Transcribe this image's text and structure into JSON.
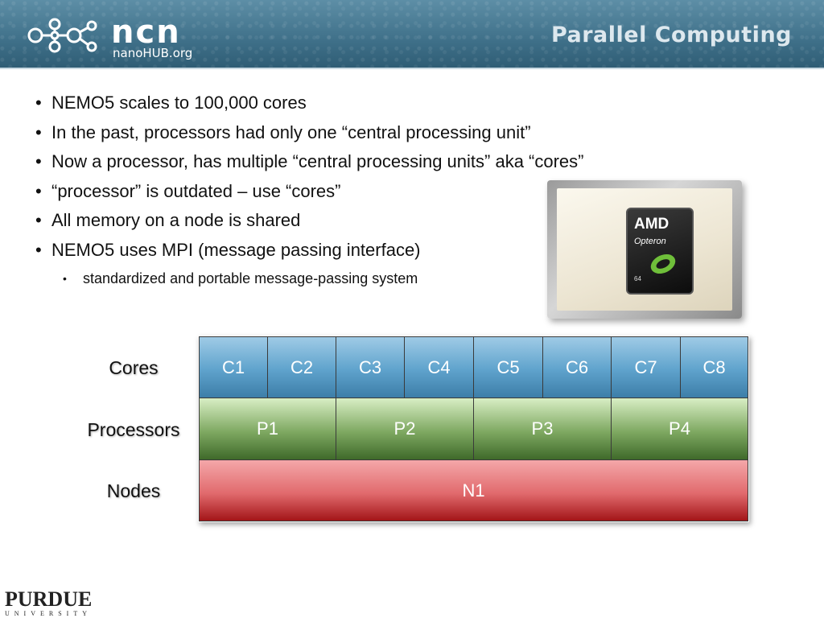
{
  "header": {
    "logo_text": "ncn",
    "logo_sub": "nanoHUB.org",
    "title": "Parallel Computing"
  },
  "bullets": [
    "NEMO5 scales to 100,000 cores",
    "In the past, processors had only one “central processing unit”",
    "Now a processor, has multiple “central processing units” aka “cores”",
    "“processor” is outdated – use “cores”",
    "All memory on a node is shared",
    "NEMO5 uses MPI (message passing interface)"
  ],
  "sub_bullets": [
    "standardized and portable message-passing system"
  ],
  "cpu_image": {
    "brand": "AMD",
    "model": "Opteron",
    "bits": "64"
  },
  "diagram": {
    "row_labels": {
      "cores": "Cores",
      "processors": "Processors",
      "nodes": "Nodes"
    },
    "cores": [
      "C1",
      "C2",
      "C3",
      "C4",
      "C5",
      "C6",
      "C7",
      "C8"
    ],
    "processors": [
      "P1",
      "P2",
      "P3",
      "P4"
    ],
    "nodes": [
      "N1"
    ],
    "colors": {
      "core": "#5ea2cc",
      "processor": "#7ea861",
      "node": "#e16a6d"
    }
  },
  "footer": {
    "logo_main": "PURDUE",
    "logo_sub": "UNIVERSITY"
  }
}
